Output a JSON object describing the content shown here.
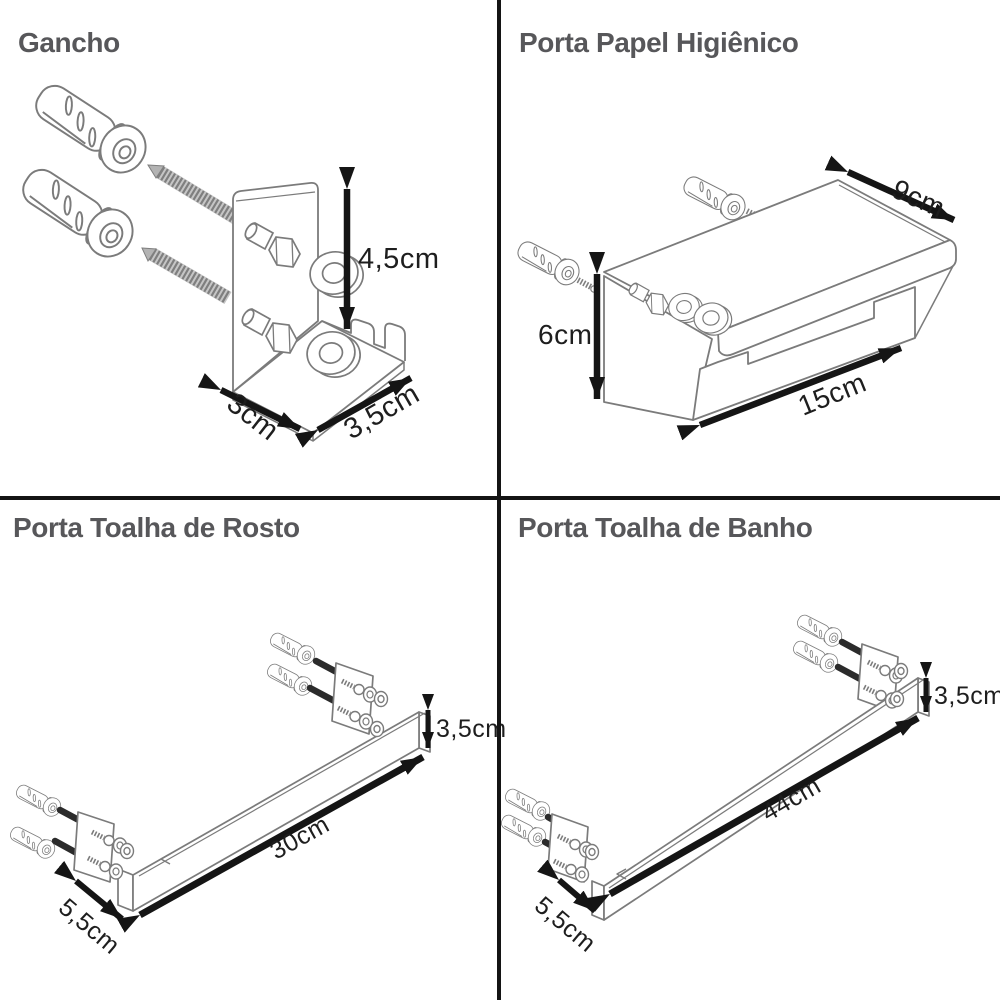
{
  "style": {
    "background": "#ffffff",
    "divider_color": "#141414",
    "title_color": "#57575a",
    "drawing_line_color": "#7b7b7b",
    "arrow_color": "#151515",
    "label_color": "#1e1e1e"
  },
  "panels": [
    {
      "id": "gancho",
      "title": "Gancho",
      "dims": {
        "height": "4,5cm",
        "depth": "3cm",
        "width": "3,5cm"
      }
    },
    {
      "id": "porta-papel-higienico",
      "title": "Porta Papel Higiênico",
      "dims": {
        "depth": "9cm",
        "height": "6cm",
        "width": "15cm"
      }
    },
    {
      "id": "porta-toalha-rosto",
      "title": "Porta Toalha de Rosto",
      "dims": {
        "height": "3,5cm",
        "width": "30cm",
        "depth": "5,5cm"
      }
    },
    {
      "id": "porta-toalha-banho",
      "title": "Porta Toalha de Banho",
      "dims": {
        "height": "3,5cm",
        "width": "44cm",
        "depth": "5,5cm"
      }
    }
  ]
}
